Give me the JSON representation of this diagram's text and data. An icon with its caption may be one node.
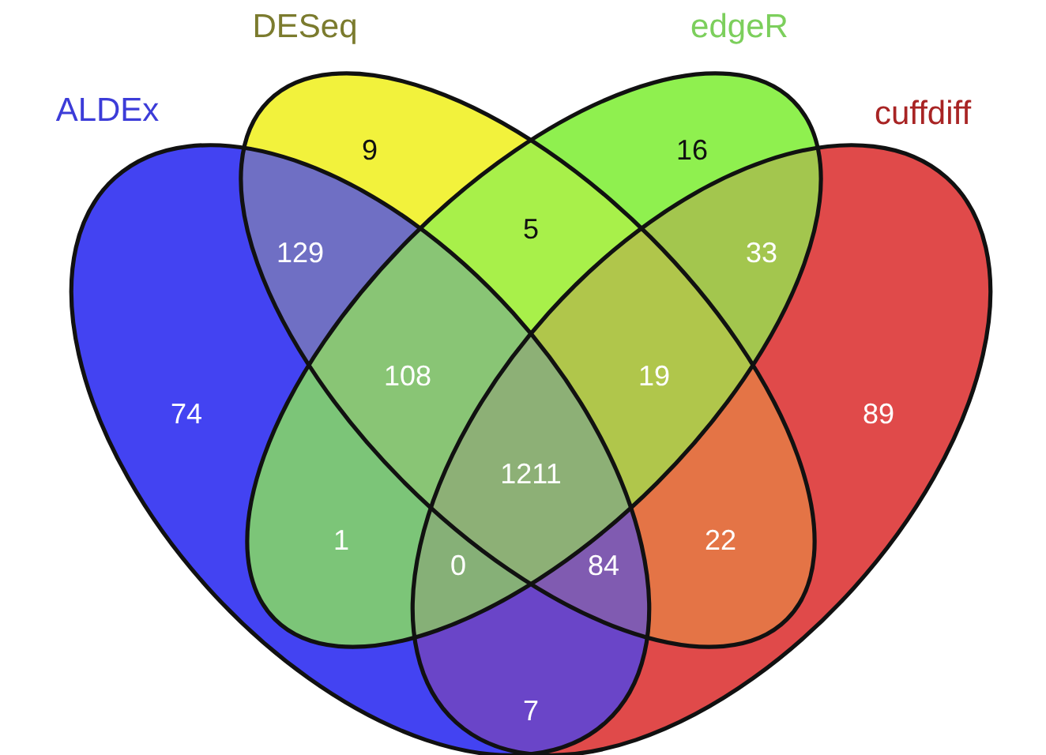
{
  "diagram": {
    "nodes": [
      {
        "text": [
          "ALDEx"
        ]
      },
      {
        "text": [
          "DESeq"
        ]
      },
      {
        "text": [
          "edgeR"
        ]
      },
      {
        "text": [
          "cuffdiff"
        ]
      }
    ],
    "labels": [
      "9",
      "16",
      "129",
      "5",
      "33",
      "74",
      "108",
      "19",
      "89",
      "1",
      "1211",
      "22",
      "0",
      "84",
      "7"
    ]
  }
}
